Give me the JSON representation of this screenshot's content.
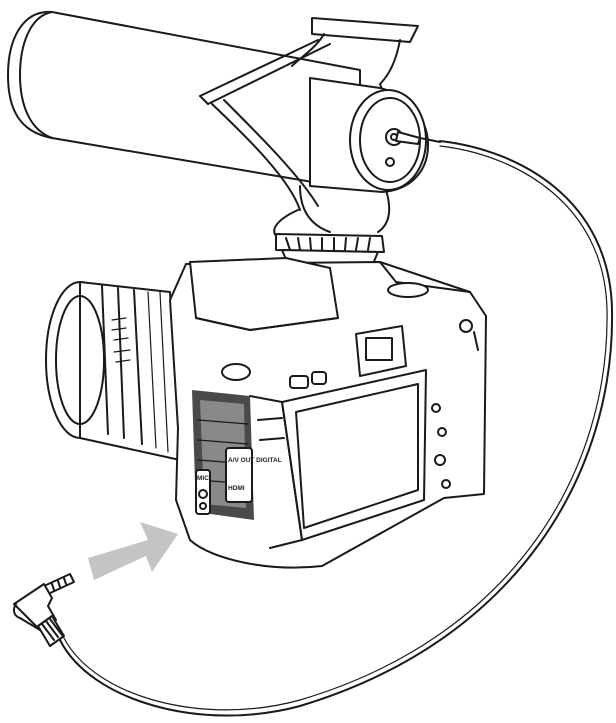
{
  "illustration": {
    "camera_body_labels": {
      "mic_label": "MIC",
      "av_label": "A/V OUT DIGITAL",
      "hdmi_label": "HDMI"
    },
    "colors": {
      "line": "#1a1a1a",
      "arrow": "#c4c4c4",
      "texture": "#2a2a2a",
      "background": "#ffffff"
    },
    "icons": [
      "microphone",
      "camera",
      "audio-cable",
      "plug-3.5mm",
      "arrow"
    ]
  }
}
